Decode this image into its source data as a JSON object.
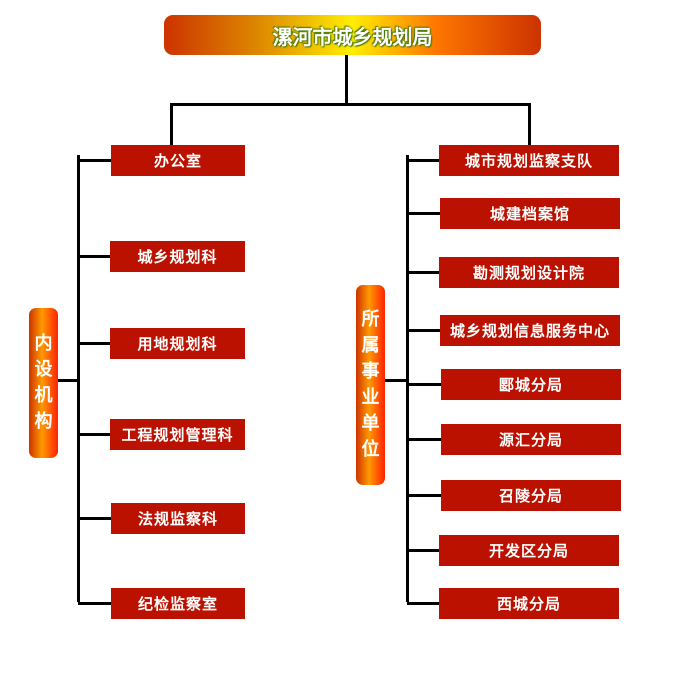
{
  "title": "漯河市城乡规划局",
  "left": {
    "label": [
      "内",
      "设",
      "机",
      "构"
    ],
    "items": [
      "办公室",
      "城乡规划科",
      "用地规划科",
      "工程规划管理科",
      "法规监察科",
      "纪检监察室"
    ]
  },
  "right": {
    "label": [
      "所",
      "属",
      "事",
      "业",
      "单",
      "位"
    ],
    "items": [
      "城市规划监察支队",
      "城建档案馆",
      "勘测规划设计院",
      "城乡规划信息服务中心",
      "郾城分局",
      "源汇分局",
      "召陵分局",
      "开发区分局",
      "西城分局"
    ]
  }
}
